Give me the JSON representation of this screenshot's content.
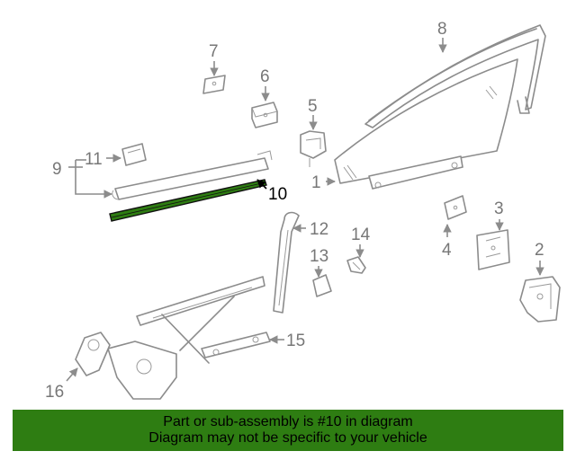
{
  "callouts": {
    "c1": "1",
    "c2": "2",
    "c3": "3",
    "c4": "4",
    "c5": "5",
    "c6": "6",
    "c7": "7",
    "c8": "8",
    "c9": "9",
    "c10": "10",
    "c11": "11",
    "c12": "12",
    "c13": "13",
    "c14": "14",
    "c15": "15",
    "c16": "16"
  },
  "highlight": {
    "part": "10",
    "color": "#2e7d12"
  },
  "banner": {
    "line1": "Part or sub-assembly is #10 in diagram",
    "line2": "Diagram may not be specific to your vehicle",
    "background": "#2e7d12"
  }
}
